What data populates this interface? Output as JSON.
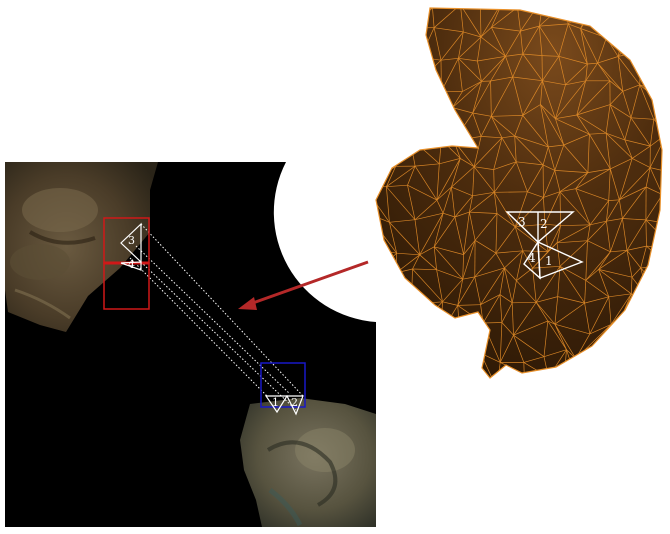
{
  "texture_panel": {
    "red_patch_triangle_labels": [
      "3",
      "4"
    ],
    "blue_patch_triangle_labels": [
      "1",
      "2"
    ]
  },
  "mesh_panel": {
    "triangle_labels": [
      "3",
      "2",
      "4",
      "1"
    ]
  },
  "colors": {
    "background": "#ffffff",
    "texture_background": "#000000",
    "mesh_fill": "#4a2a0c",
    "mesh_edges": "#e8902a",
    "highlight_triangles": "#ffffff",
    "red_box": "#d01818",
    "blue_box": "#1818c8",
    "arrow": "#b42828"
  }
}
